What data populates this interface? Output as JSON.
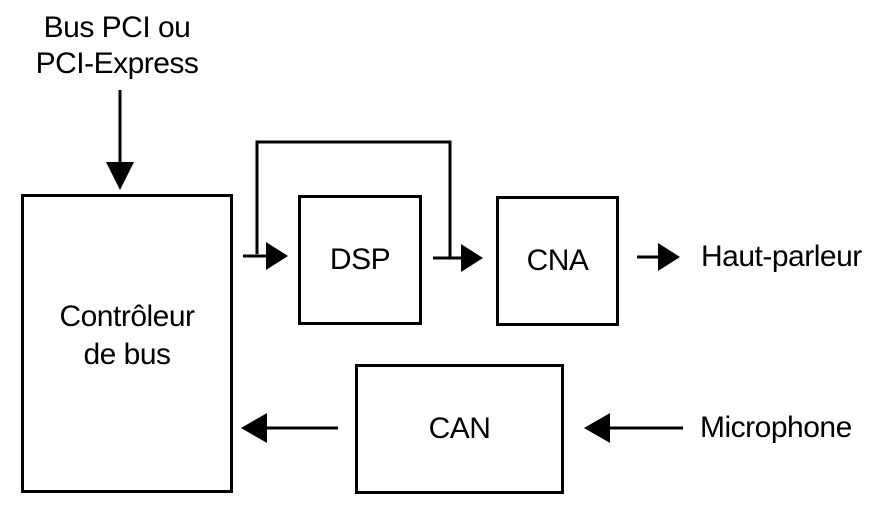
{
  "colors": {
    "ink": "#000000",
    "background": "#ffffff"
  },
  "labels": {
    "bus": {
      "line1": "Bus PCI ou",
      "line2": "PCI-Express"
    },
    "speaker": "Haut-parleur",
    "microphone": "Microphone"
  },
  "boxes": {
    "controller": {
      "line1": "Contrôleur",
      "line2": "de bus"
    },
    "dsp": {
      "label": "DSP"
    },
    "cna": {
      "label": "CNA"
    },
    "can": {
      "label": "CAN"
    }
  }
}
